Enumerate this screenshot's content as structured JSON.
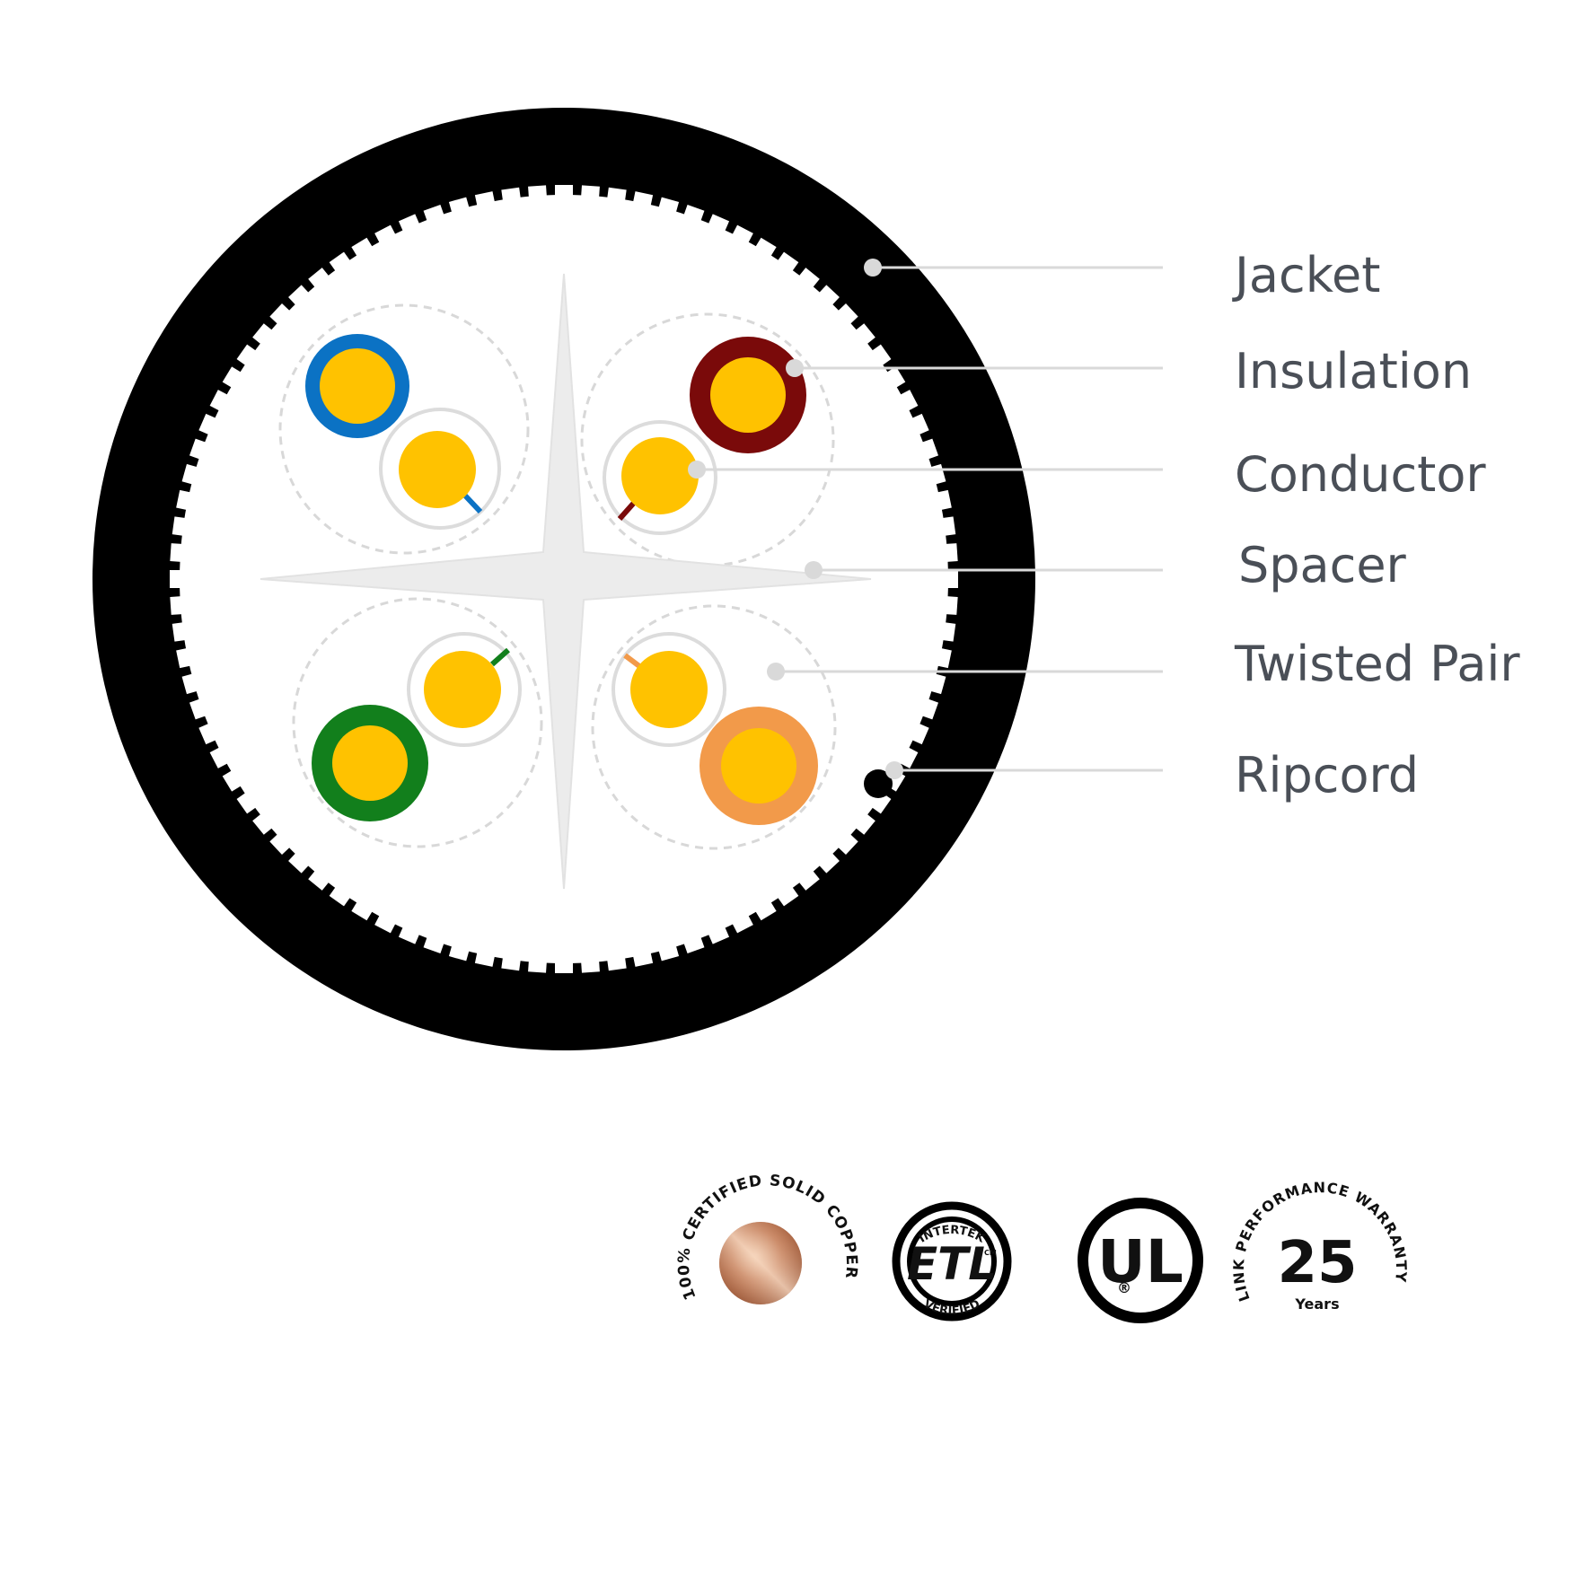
{
  "diagram": {
    "labels": [
      {
        "id": "jacket",
        "text": "Jacket"
      },
      {
        "id": "insulation",
        "text": "Insulation"
      },
      {
        "id": "conductor",
        "text": "Conductor"
      },
      {
        "id": "spacer",
        "text": "Spacer"
      },
      {
        "id": "twisted-pair",
        "text": "Twisted Pair"
      },
      {
        "id": "ripcord",
        "text": "Ripcord"
      }
    ],
    "pair_colors": {
      "blue": "#0b72c4",
      "brown": "#7a0a0a",
      "green": "#127f1c",
      "orange": "#f29a4a"
    },
    "conductor_color": "#ffc200",
    "jacket_color": "#000000",
    "spacer_color": "#ececec",
    "leader_color": "#d9d9d9"
  },
  "badges": {
    "copper": {
      "ring_text": "100% CERTIFIED SOLID COPPER"
    },
    "etl": {
      "top_text": "INTERTEK",
      "bottom_text": "VERIFIED",
      "mark": "ETL",
      "sup": "CM"
    },
    "ul": {
      "mark": "UL",
      "registered": "®"
    },
    "warranty": {
      "ring_text": "LINK PERFORMANCE WARRANTY",
      "number": "25",
      "unit": "Years"
    }
  }
}
